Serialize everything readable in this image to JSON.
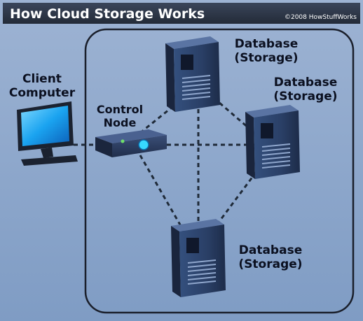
{
  "header": {
    "title": "How Cloud Storage Works",
    "credit": "©2008 HowStuffWorks"
  },
  "labels": {
    "client": [
      "Client",
      "Computer"
    ],
    "control": [
      "Control",
      "Node"
    ],
    "db_top": [
      "Database",
      "(Storage)"
    ],
    "db_right": [
      "Database",
      "(Storage)"
    ],
    "db_bottom": [
      "Database",
      "(Storage)"
    ]
  },
  "colors": {
    "background": "#8aa4c8",
    "header": "#2a3344",
    "cloud_outline": "#1a1f2b",
    "link_line": "#1f2a38",
    "server_body": "#2c3f6a",
    "screen": "#1aa3f0",
    "indicator": "#37d8ff"
  },
  "icons": {
    "client": "desktop-computer-icon",
    "control": "network-hub-icon",
    "database": "server-tower-icon"
  }
}
